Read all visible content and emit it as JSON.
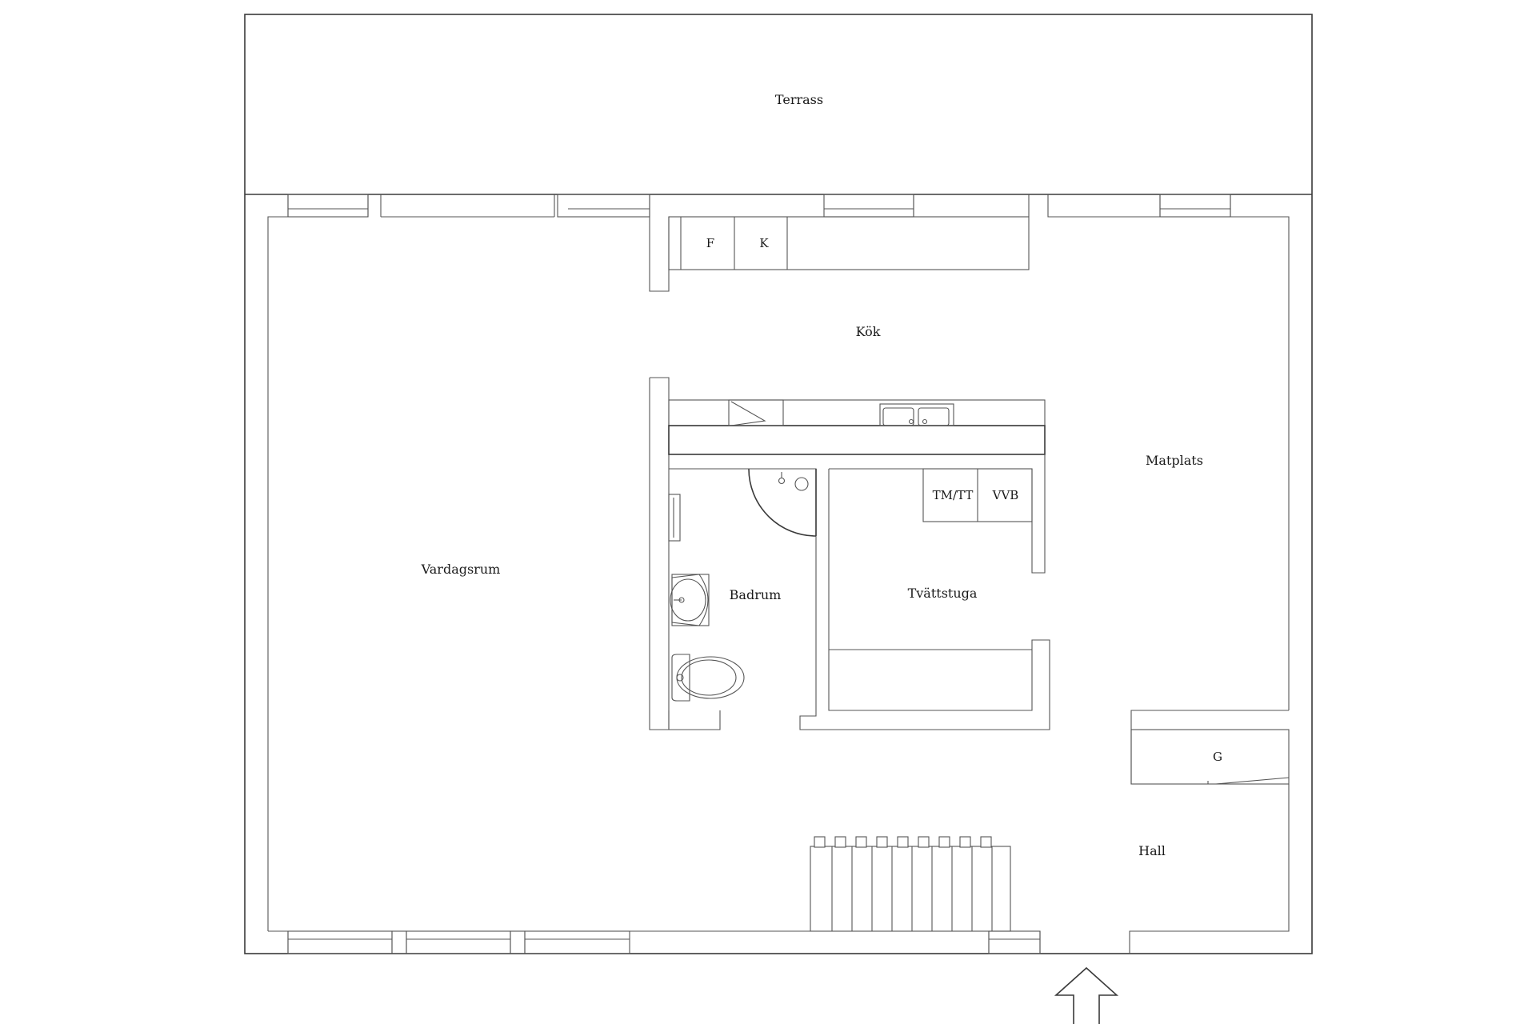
{
  "rooms": {
    "terrace": "Terrass",
    "kitchen": "Kök",
    "dining": "Matplats",
    "living": "Vardagsrum",
    "bathroom": "Badrum",
    "laundry": "Tvättstuga",
    "hall": "Hall"
  },
  "fixtures": {
    "fridge": "F",
    "freezer": "K",
    "washer_dryer": "TM/TT",
    "water_heater": "VVB",
    "wardrobe": "G"
  },
  "icons": {
    "entrance": "arrow-up-icon",
    "stairs": "stairs-icon",
    "sink": "sink-icon",
    "toilet": "toilet-icon",
    "shower": "shower-icon"
  }
}
